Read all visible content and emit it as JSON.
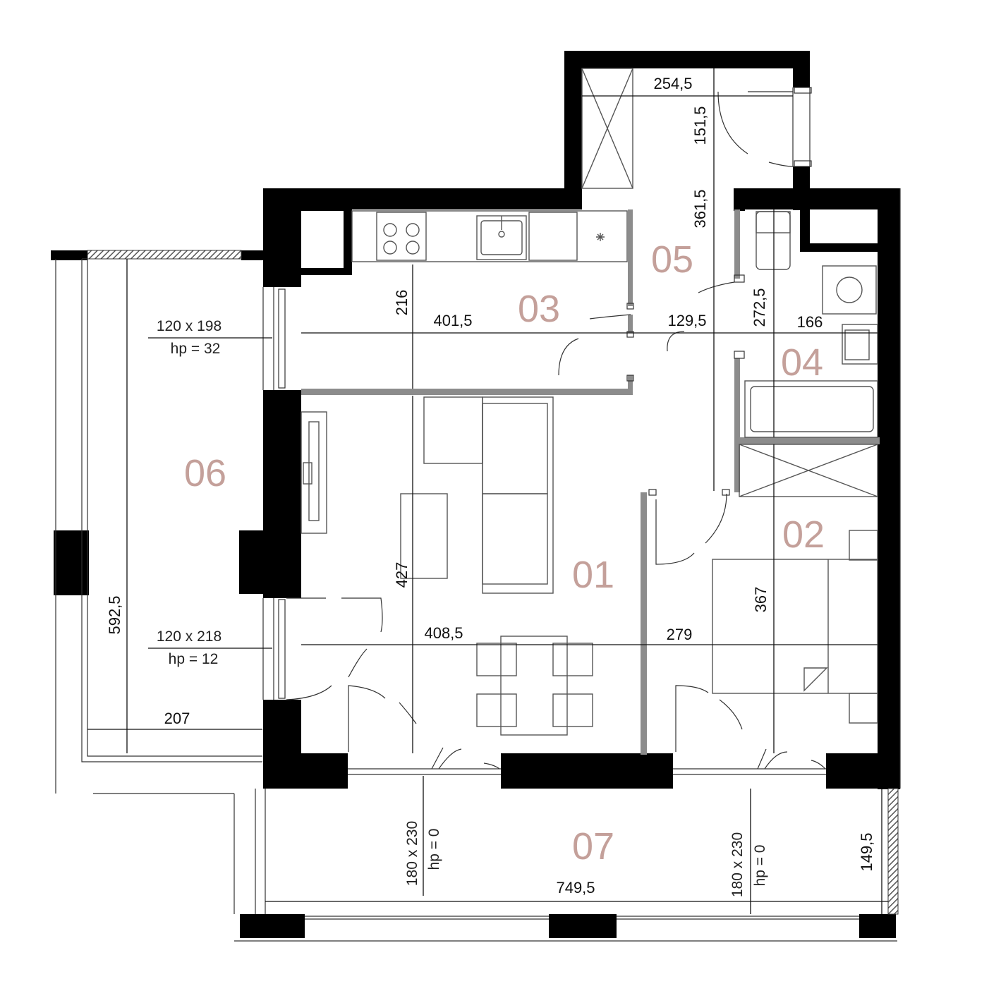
{
  "rooms": [
    {
      "id": "01",
      "label": "01"
    },
    {
      "id": "02",
      "label": "02"
    },
    {
      "id": "03",
      "label": "03"
    },
    {
      "id": "04",
      "label": "04"
    },
    {
      "id": "05",
      "label": "05"
    },
    {
      "id": "06",
      "label": "06"
    },
    {
      "id": "07",
      "label": "07"
    }
  ],
  "dimensions": {
    "d254_5": "254,5",
    "d151_5": "151,5",
    "d361_5": "361,5",
    "d216": "216",
    "d401_5": "401,5",
    "d129_5": "129,5",
    "d272_5": "272,5",
    "d166": "166",
    "d427": "427",
    "d408_5": "408,5",
    "d279": "279",
    "d367": "367",
    "d592_5": "592,5",
    "d207": "207",
    "d749_5": "749,5",
    "d149_5": "149,5"
  },
  "openings": {
    "win_west_top": {
      "size": "120 x 198",
      "hp": "hp = 32"
    },
    "win_west_bottom": {
      "size": "120 x 218",
      "hp": "hp = 12"
    },
    "door_south_left": {
      "size": "180 x 230",
      "hp": "hp = 0"
    },
    "door_south_right": {
      "size": "180 x 230",
      "hp": "hp = 0"
    }
  },
  "colors": {
    "wall": "#000000",
    "partition": "#8c8c8c",
    "room_label": "#c4a09a"
  }
}
